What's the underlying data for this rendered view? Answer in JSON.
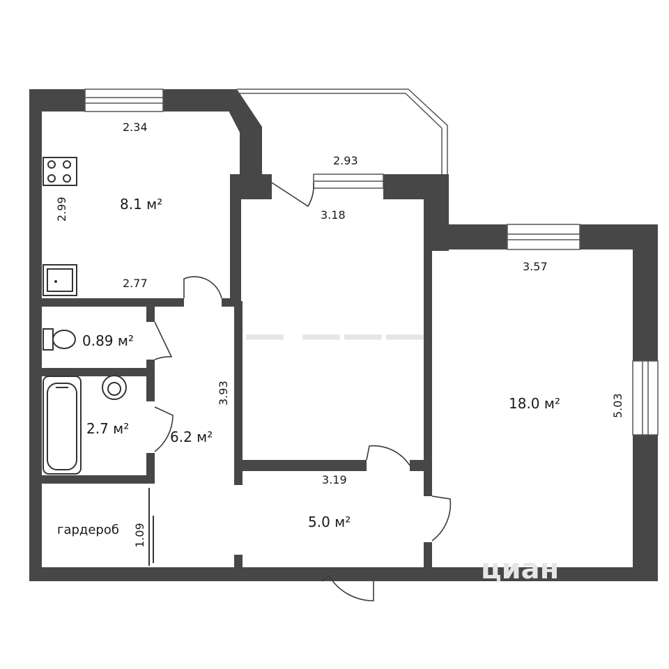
{
  "rooms": {
    "kitchen": {
      "area": "8.1 м²",
      "top": "2.34",
      "bottom": "2.77",
      "side": "2.99"
    },
    "balcony": {
      "dim": "2.93"
    },
    "living_left": {
      "top": "3.18",
      "bottom": "3.19"
    },
    "living_right": {
      "area": "18.0 м²",
      "top": "3.57",
      "side": "5.03"
    },
    "wc": {
      "area": "0.89 м²"
    },
    "bath": {
      "area": "2.7 м²"
    },
    "corridor": {
      "area": "6.2 м²",
      "side": "3.93"
    },
    "hall": {
      "area": "5.0 м²"
    },
    "wardrobe": {
      "name": "гардероб",
      "side": "1.09"
    }
  },
  "watermark": {
    "brand": "циан"
  },
  "colors": {
    "wall": "#474747",
    "background": "#ffffff"
  }
}
